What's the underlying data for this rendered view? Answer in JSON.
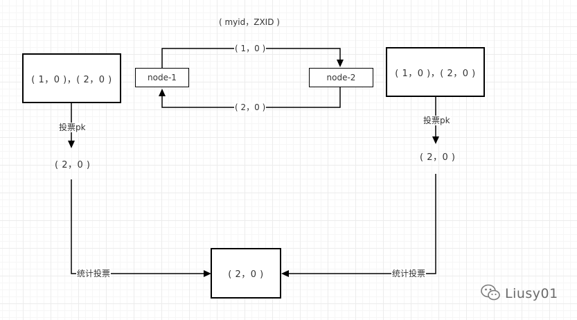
{
  "header": {
    "pair_label": "( myid，ZXID )"
  },
  "nodes": {
    "node1": "node-1",
    "node2": "node-2"
  },
  "exchange": {
    "top_arrow": "( 1，0 )",
    "bottom_arrow": "( 2，0 )"
  },
  "left": {
    "box": "( 1，0 )，( 2，0 )",
    "pk_label": "投票pk",
    "result": "( 2，0 )",
    "count_label": "统计投票"
  },
  "right": {
    "box": "( 1，0 )，( 2，0 )",
    "pk_label": "投票pk",
    "result": "( 2，0 )",
    "count_label": "统计投票"
  },
  "final_box": "( 2，0 )",
  "watermark": {
    "text": "Liusy01"
  },
  "colors": {
    "line": "#000000",
    "text": "#333333",
    "grid": "#ececec"
  }
}
